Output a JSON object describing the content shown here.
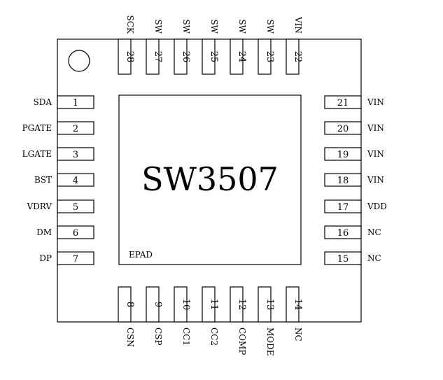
{
  "chip": {
    "name": "SW3507",
    "epad_label": "EPAD"
  },
  "pins": {
    "left": [
      {
        "num": "1",
        "name": "SDA"
      },
      {
        "num": "2",
        "name": "PGATE"
      },
      {
        "num": "3",
        "name": "LGATE"
      },
      {
        "num": "4",
        "name": "BST"
      },
      {
        "num": "5",
        "name": "VDRV"
      },
      {
        "num": "6",
        "name": "DM"
      },
      {
        "num": "7",
        "name": "DP"
      }
    ],
    "bottom": [
      {
        "num": "8",
        "name": "CSN"
      },
      {
        "num": "9",
        "name": "CSP"
      },
      {
        "num": "10",
        "name": "CC1"
      },
      {
        "num": "11",
        "name": "CC2"
      },
      {
        "num": "12",
        "name": "COMP"
      },
      {
        "num": "13",
        "name": "MODE"
      },
      {
        "num": "14",
        "name": "NC"
      }
    ],
    "right": [
      {
        "num": "15",
        "name": "NC"
      },
      {
        "num": "16",
        "name": "NC"
      },
      {
        "num": "17",
        "name": "VDD"
      },
      {
        "num": "18",
        "name": "VIN"
      },
      {
        "num": "19",
        "name": "VIN"
      },
      {
        "num": "20",
        "name": "VIN"
      },
      {
        "num": "21",
        "name": "VIN"
      }
    ],
    "top": [
      {
        "num": "22",
        "name": "VIN"
      },
      {
        "num": "23",
        "name": "SW"
      },
      {
        "num": "24",
        "name": "SW"
      },
      {
        "num": "25",
        "name": "SW"
      },
      {
        "num": "26",
        "name": "SW"
      },
      {
        "num": "27",
        "name": "SW"
      },
      {
        "num": "28",
        "name": "SCK"
      }
    ]
  }
}
